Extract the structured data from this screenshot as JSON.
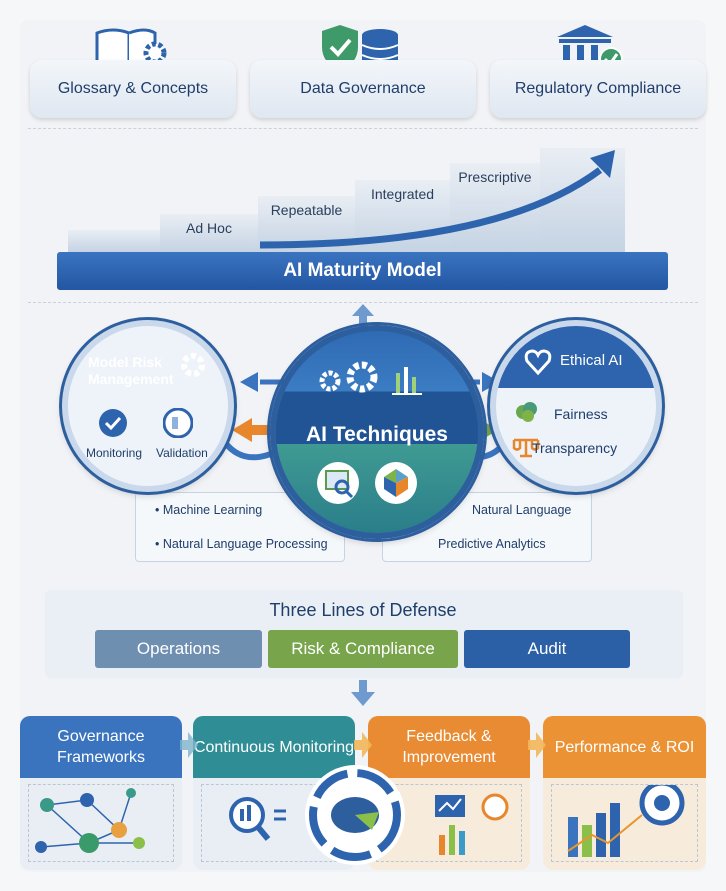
{
  "top_cards": [
    {
      "label": "Glossary & Concepts",
      "icon": "book-gear-icon"
    },
    {
      "label": "Data Governance",
      "icon": "shield-database-icon"
    },
    {
      "label": "Regulatory Compliance",
      "icon": "bank-check-icon"
    }
  ],
  "maturity": {
    "title": "AI Maturity Model",
    "steps": [
      "Ad Hoc",
      "Repeatable",
      "Integrated",
      "Prescriptive"
    ]
  },
  "model_risk": {
    "title": "Model Risk Management",
    "items": [
      "Monitoring",
      "Validation"
    ]
  },
  "ai_techniques": {
    "title": "AI Techniques"
  },
  "ethical_ai": {
    "title": "Ethical AI",
    "items": [
      "Fairness",
      "Transparency"
    ]
  },
  "techniques_left": [
    "Machine Learning",
    "Natural Language Processing"
  ],
  "techniques_right": [
    "Natural Language",
    "Predictive Analytics"
  ],
  "defense": {
    "title": "Three Lines of Defense",
    "lines": [
      {
        "label": "Operations",
        "color": "#6f8fb1"
      },
      {
        "label": "Risk & Compliance",
        "color": "#78a54c"
      },
      {
        "label": "Audit",
        "color": "#2b5fa6"
      }
    ]
  },
  "process": [
    {
      "label": "Governance Frameworks",
      "color": "#3a74bf"
    },
    {
      "label": "Continuous Monitoring",
      "color": "#2f8e95"
    },
    {
      "label": "Feedback & Improvement",
      "color": "#e88b32"
    },
    {
      "label": "Performance & ROI",
      "color": "#ea9234"
    }
  ]
}
